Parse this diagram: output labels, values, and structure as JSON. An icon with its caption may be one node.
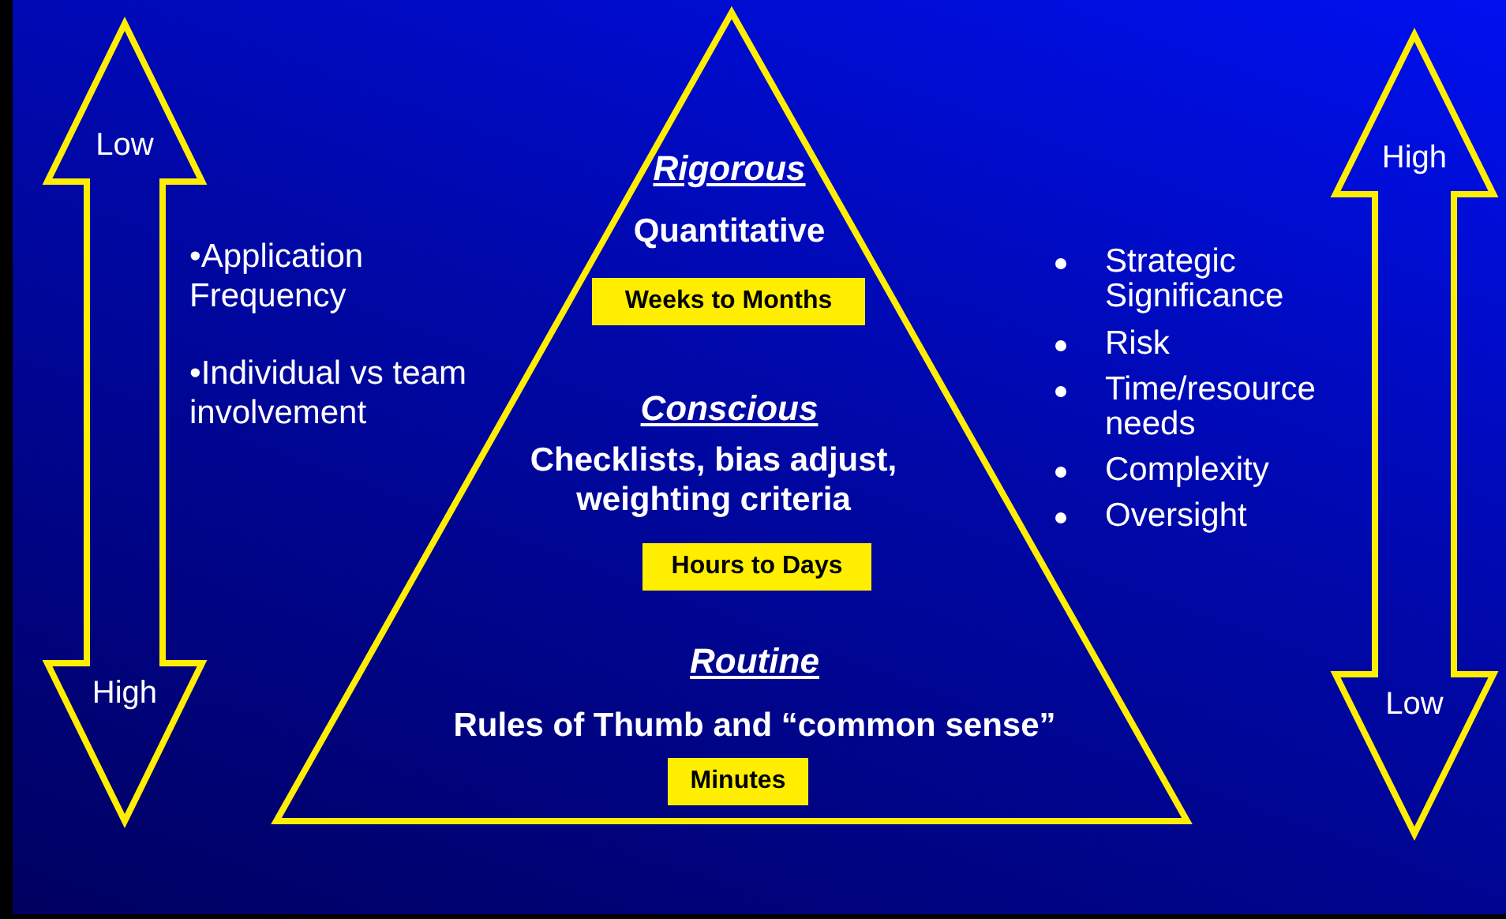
{
  "diagram": {
    "nodes": [
      {
        "text": [
          "Low",
          "High"
        ]
      },
      {
        "text": [],
        "shape": "triangle"
      },
      {
        "text": [
          "Weeks to Months"
        ],
        "in": 1
      },
      {
        "text": [
          "Hours to Days"
        ],
        "in": 1
      },
      {
        "text": [
          "Minutes"
        ],
        "in": 1
      },
      {
        "text": [
          "High",
          "Low"
        ]
      }
    ],
    "edges": [],
    "labels": [
      "•Application Frequency",
      "•Individual vs team involvement",
      "Rigorous",
      "Quantitative",
      "Conscious",
      "Checklists, bias adjust, weighting criteria",
      "Routine",
      "Rules of Thumb and “common sense”",
      "Strategic Significance",
      "Risk",
      "Time/resource needs",
      "Complexity",
      "Oversight"
    ]
  }
}
